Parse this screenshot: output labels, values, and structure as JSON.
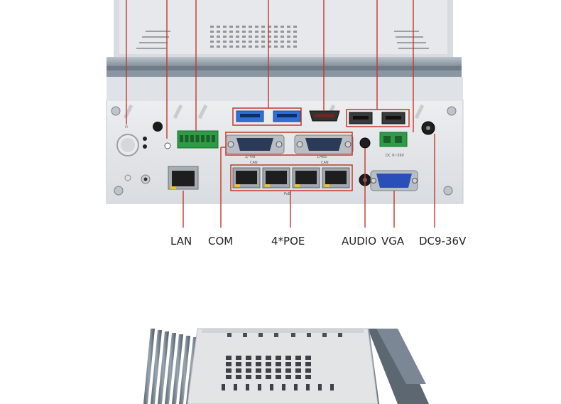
{
  "labels": {
    "lan": "LAN",
    "com": "COM",
    "poe": "4*POE",
    "audio": "AUDIO",
    "vga": "VGA",
    "dc": "DC9-36V"
  },
  "panel_print": {
    "can_left": "CAN",
    "can_right": "CAN",
    "com_left": "2/ 4/8",
    "com_right": "1/485",
    "dc_spec": "DC 9~36V",
    "poe_text": "PoE"
  },
  "colors": {
    "callout": "#c0392b",
    "chassis": "#e4e6e9",
    "heatsink": "#8e9aa6",
    "usb_blue": "#2f6fd6",
    "terminal_green": "#2e9b46",
    "vga_blue": "#2a4fb8"
  }
}
